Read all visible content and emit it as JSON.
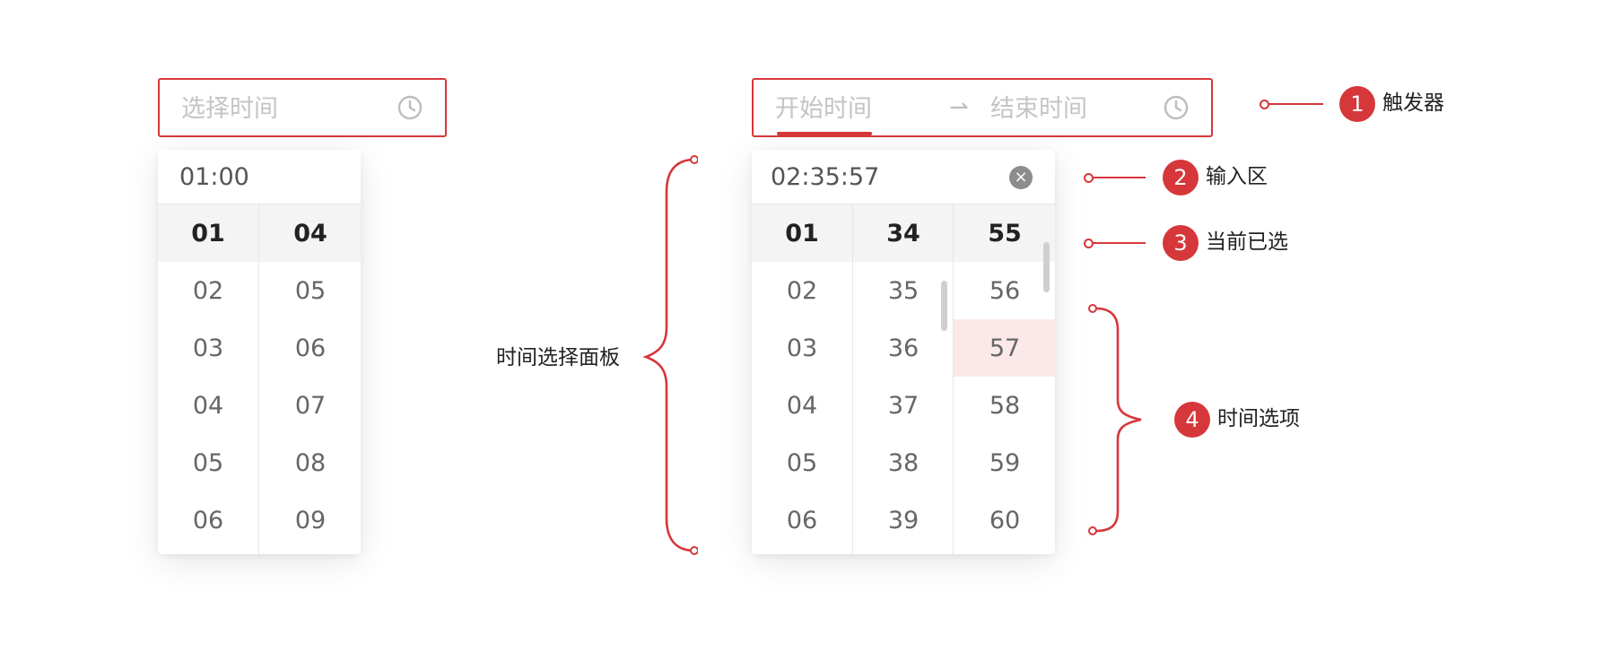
{
  "left_picker": {
    "placeholder": "选择时间",
    "panel": {
      "input_value": "01:00",
      "hours": [
        "01",
        "02",
        "03",
        "04",
        "05",
        "06"
      ],
      "minutes": [
        "04",
        "05",
        "06",
        "07",
        "08",
        "09"
      ]
    }
  },
  "range_picker": {
    "start_placeholder": "开始时间",
    "arrow": "⇀",
    "end_placeholder": "结束时间",
    "panel": {
      "input_value": "02:35:57",
      "clear_icon": "×",
      "hours": [
        "01",
        "02",
        "03",
        "04",
        "05",
        "06"
      ],
      "minutes": [
        "34",
        "35",
        "36",
        "37",
        "38",
        "39"
      ],
      "seconds": [
        "55",
        "56",
        "57",
        "58",
        "59",
        "60"
      ]
    }
  },
  "annotations": {
    "panel_label": "时间选择面板",
    "items": [
      {
        "number": "1",
        "label": "触发器"
      },
      {
        "number": "2",
        "label": "输入区"
      },
      {
        "number": "3",
        "label": "当前已选"
      },
      {
        "number": "4",
        "label": "时间选项"
      }
    ]
  },
  "colors": {
    "accent": "#d6373a",
    "selected_bg": "#f4f4f4",
    "highlight_bg": "#fbe9ea"
  },
  "icons": {
    "trigger_suffix": "clock-icon",
    "clear": "close-circle-icon"
  }
}
